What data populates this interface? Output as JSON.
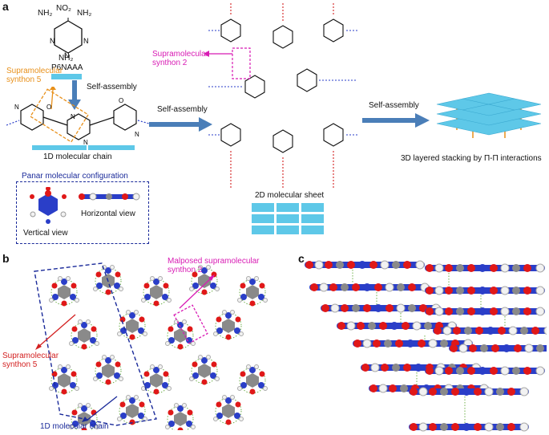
{
  "panels": {
    "a": {
      "letter": "a",
      "molecule": {
        "groups": {
          "no2": "NO₂",
          "nh2": "NH₂"
        },
        "name": "P6NAAA"
      },
      "arrow_labels": {
        "self_assembly_1": "Self-assembly",
        "self_assembly_2": "Self-assembly",
        "self_assembly_3": "Self-assembly"
      },
      "synthon5": "Supramolecular\nsynthon 5",
      "synthon2": "Supramolecular\nsynthon 2",
      "chain_label": "1D molecular chain",
      "sheet_label": "2D molecular sheet",
      "stack_label": "3D layered stacking by Π-Π interactions",
      "config_box": {
        "title": "Panar molecular configuration",
        "horizontal": "Horizontal view",
        "vertical": "Vertical view"
      }
    },
    "b": {
      "letter": "b",
      "malposed": "Malposed supramolecular\nsynthon 2",
      "synthon5": "Supramolecular\nsynthon 5",
      "chain": "1D molecular chain"
    },
    "c": {
      "letter": "c"
    }
  },
  "colors": {
    "cyan": "#5ec8e8",
    "arrow": "#4a7eb8",
    "magenta": "#d81bb4",
    "orange": "#e8901a",
    "red": "#d32020",
    "navy": "#1a2a9a",
    "atom_c": "#8a8a8a",
    "atom_n": "#2a3ec8",
    "atom_o": "#e01818",
    "atom_h": "#f2f2f2"
  }
}
